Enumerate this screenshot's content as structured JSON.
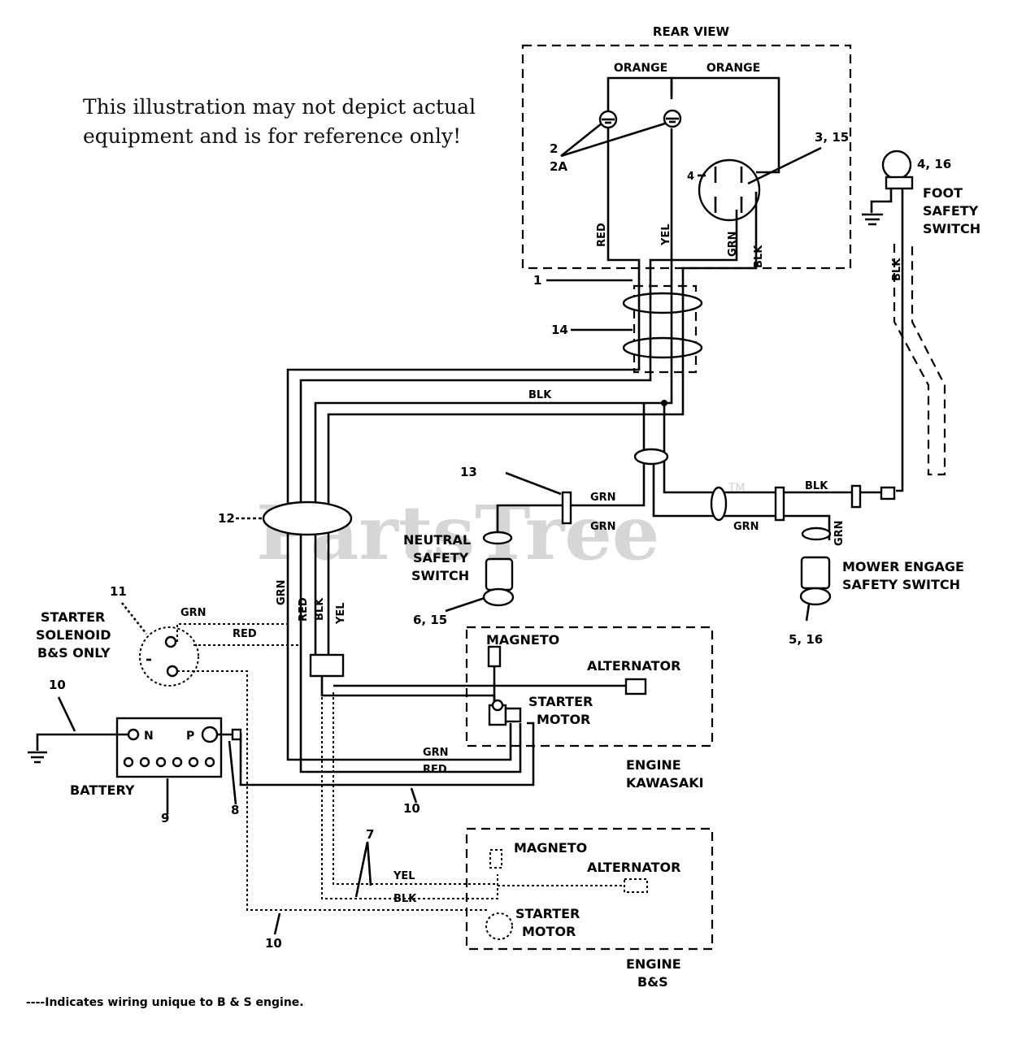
{
  "note": [
    "This illustration may not depict actual",
    "equipment and is for reference only!"
  ],
  "watermark": {
    "text": "PartsTree",
    "mark": "TM"
  },
  "footnote": "----Indicates wiring unique to B & S engine.",
  "rear_view": {
    "title": "REAR VIEW",
    "orange_left": "ORANGE",
    "orange_right": "ORANGE",
    "red": "RED",
    "yel": "YEL",
    "grn": "GRN",
    "blk": "BLK",
    "pin": "4"
  },
  "callouts": {
    "c1": "1",
    "c2": "2",
    "c2a": "2A",
    "c3_15": "3, 15",
    "c4_16": "4, 16",
    "c5_16": "5, 16",
    "c6_15": "6, 15",
    "c7": "7",
    "c8": "8",
    "c9": "9",
    "c10_left": "10",
    "c10_mid": "10",
    "c10_bottom": "10",
    "c11": "11",
    "c12": "12",
    "c13": "13",
    "c14": "14"
  },
  "components": {
    "foot_switch": [
      "FOOT",
      "SAFETY",
      "SWITCH"
    ],
    "neutral_switch": [
      "NEUTRAL",
      "SAFETY",
      "SWITCH"
    ],
    "mower_switch": [
      "MOWER ENGAGE",
      "SAFETY SWITCH"
    ],
    "solenoid": [
      "STARTER",
      "SOLENOID",
      "B&S ONLY"
    ],
    "battery": "BATTERY",
    "battery_n": "N",
    "battery_p": "P",
    "kawasaki": {
      "magneto": "MAGNETO",
      "alternator": "ALTERNATOR",
      "starter": [
        "STARTER",
        "MOTOR"
      ],
      "engine": [
        "ENGINE",
        "KAWASAKI"
      ]
    },
    "bs": {
      "magneto": "MAGNETO",
      "alternator": "ALTERNATOR",
      "starter": [
        "STARTER",
        "MOTOR"
      ],
      "engine": [
        "ENGINE",
        "B&S"
      ]
    }
  },
  "wire_labels": {
    "blk_harness": "BLK",
    "blk_right": "BLK",
    "foot_blk": "BLK",
    "grn_13_top": "GRN",
    "grn_13_bottom": "GRN",
    "grn_mid": "GRN",
    "grn_mower": "GRN",
    "harness_grn": "GRN",
    "harness_red": "RED",
    "harness_blk": "BLK",
    "harness_yel": "YEL",
    "sol_grn": "GRN",
    "sol_red": "RED",
    "kaw_grn": "GRN",
    "kaw_red": "RED",
    "bs_yel": "YEL",
    "bs_blk": "BLK"
  }
}
